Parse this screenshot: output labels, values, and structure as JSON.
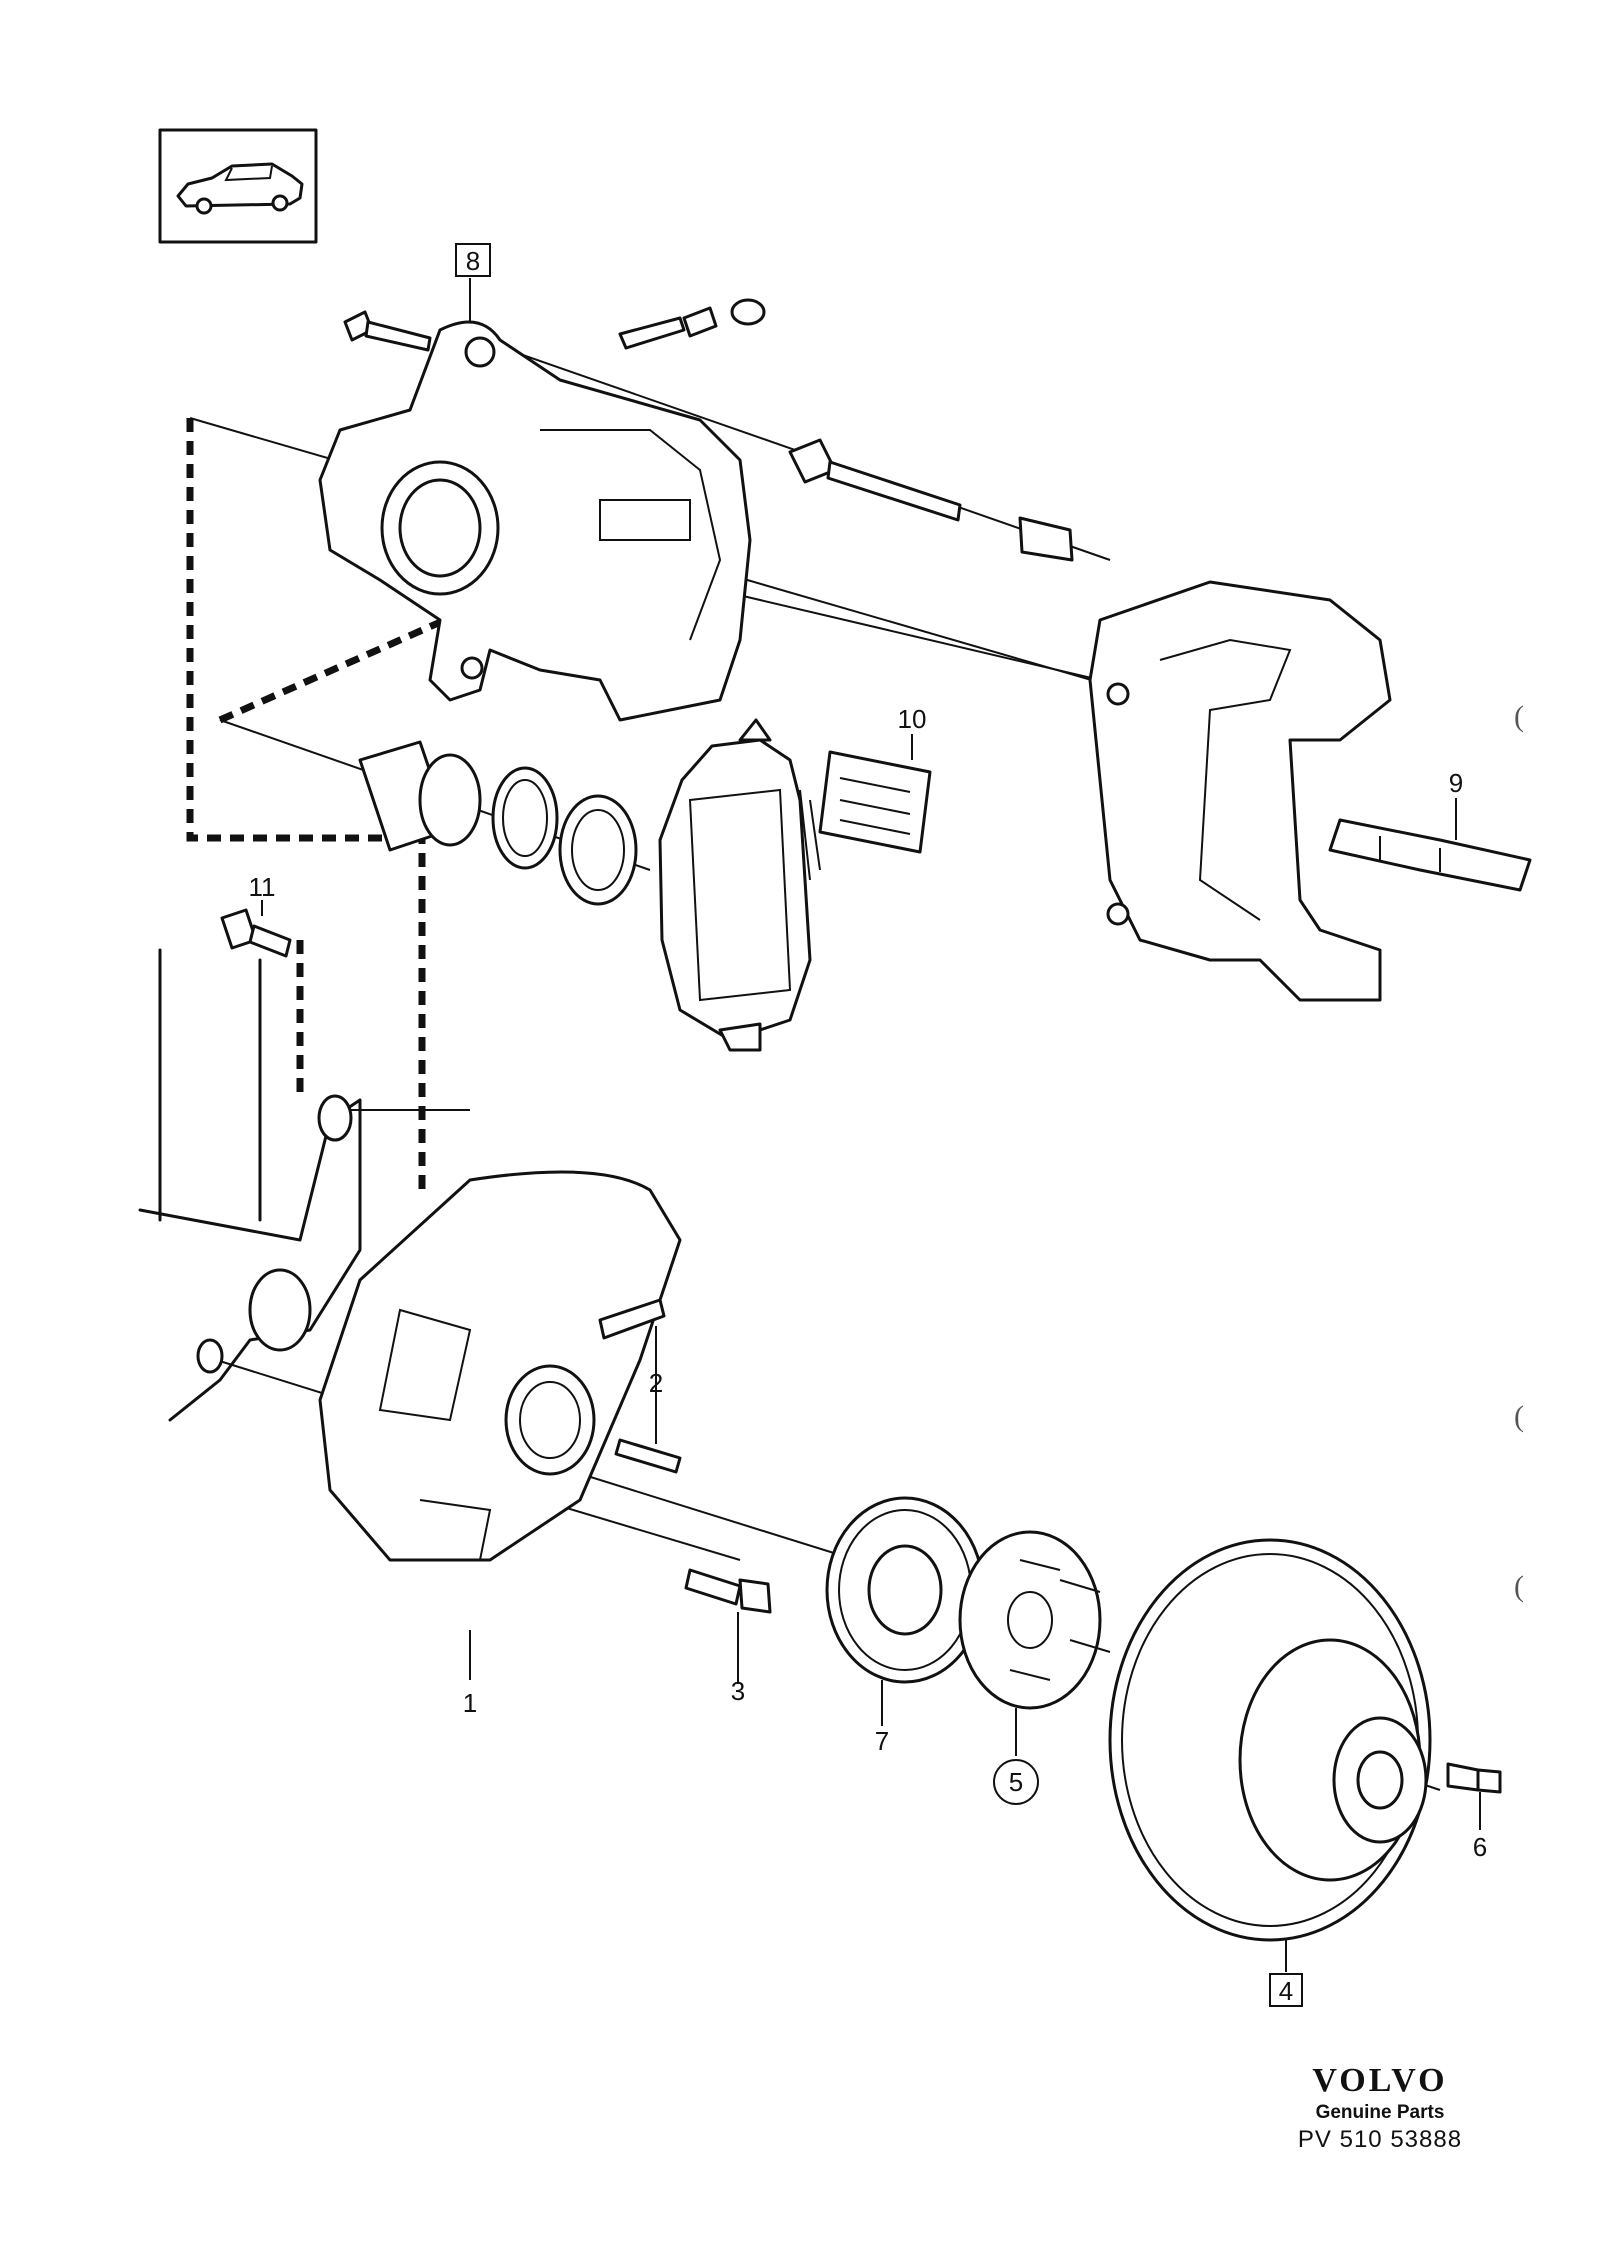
{
  "callouts": [
    {
      "id": "p1",
      "label": "1",
      "boxed": false,
      "circled": false
    },
    {
      "id": "p2",
      "label": "2",
      "boxed": false,
      "circled": false
    },
    {
      "id": "p3",
      "label": "3",
      "boxed": false,
      "circled": false
    },
    {
      "id": "p4",
      "label": "4",
      "boxed": true,
      "circled": false
    },
    {
      "id": "p5",
      "label": "5",
      "boxed": false,
      "circled": true
    },
    {
      "id": "p6",
      "label": "6",
      "boxed": false,
      "circled": false
    },
    {
      "id": "p7",
      "label": "7",
      "boxed": false,
      "circled": false
    },
    {
      "id": "p8",
      "label": "8",
      "boxed": true,
      "circled": false
    },
    {
      "id": "p9",
      "label": "9",
      "boxed": false,
      "circled": false
    },
    {
      "id": "p10",
      "label": "10",
      "boxed": false,
      "circled": false
    },
    {
      "id": "p11",
      "label": "11",
      "boxed": false,
      "circled": false
    }
  ],
  "footer": {
    "brand": "VOLVO",
    "subtitle": "Genuine Parts",
    "drawing_number": "PV 510 53888"
  },
  "margin_marks": [
    "(",
    "(",
    "(",
    "("
  ]
}
